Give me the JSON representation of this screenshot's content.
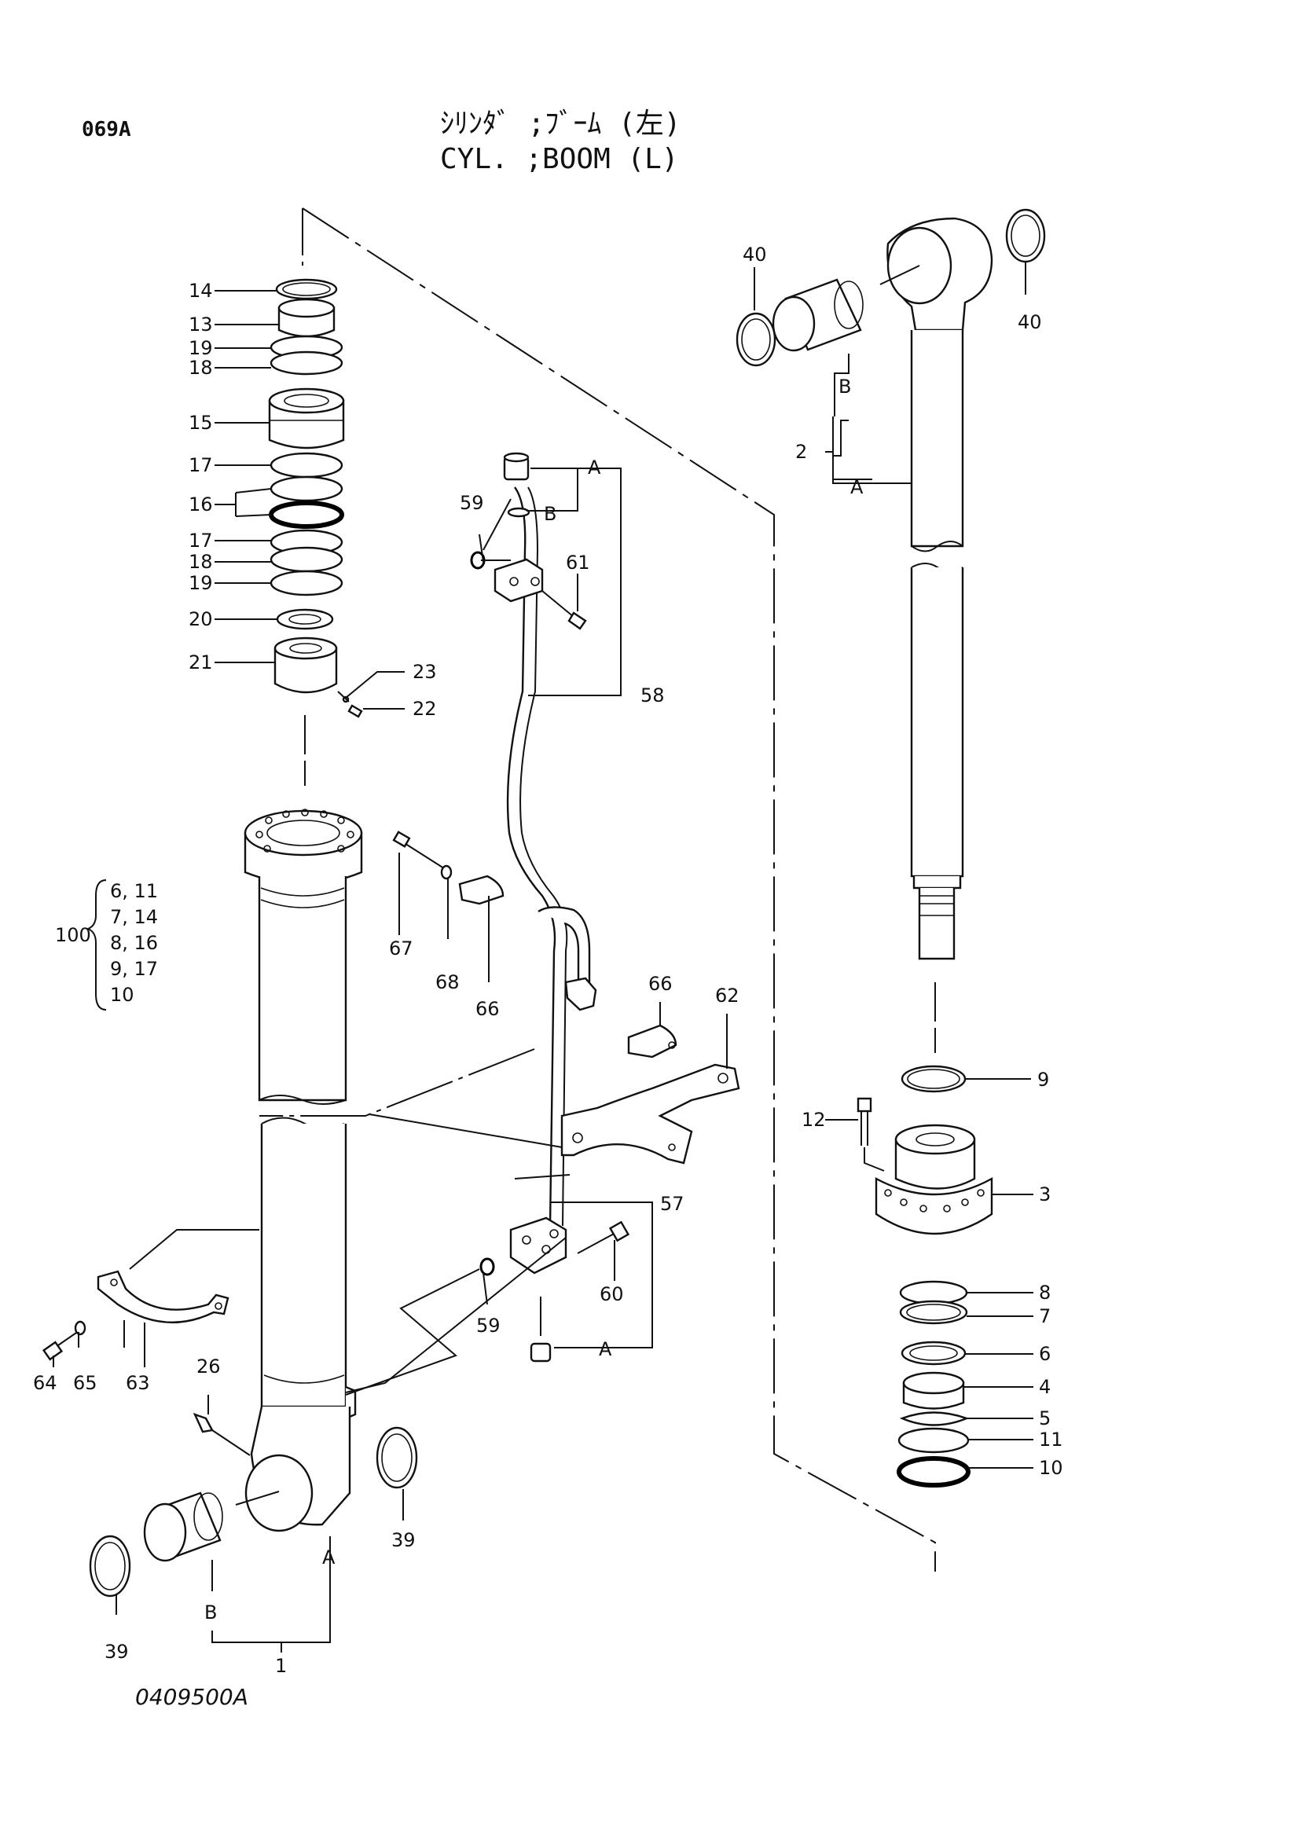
{
  "header": {
    "page_code": "069A",
    "title_jp": "ｼﾘﾝﾀﾞ ;ﾌﾞｰﾑ (左)",
    "title_en": "CYL. ;BOOM (L)"
  },
  "footer": {
    "drawing_number": "0409500A"
  },
  "callouts": {
    "p1": "1",
    "p2": "2",
    "p3": "3",
    "p4": "4",
    "p5": "5",
    "p6": "6",
    "p7": "7",
    "p8": "8",
    "p9": "9",
    "p10": "10",
    "p11": "11",
    "p12": "12",
    "p13": "13",
    "p14": "14",
    "p15": "15",
    "p16": "16",
    "p17": "17",
    "p18": "18",
    "p19": "19",
    "p20": "20",
    "p21": "21",
    "p22": "22",
    "p23": "23",
    "p26": "26",
    "p39": "39",
    "p40": "40",
    "p57": "57",
    "p58": "58",
    "p59": "59",
    "p60": "60",
    "p61": "61",
    "p62": "62",
    "p63": "63",
    "p64": "64",
    "p65": "65",
    "p66": "66",
    "p67": "67",
    "p68": "68",
    "p100": "100",
    "A": "A",
    "B": "B"
  },
  "kit_100": [
    "6, 11",
    "7, 14",
    "8, 16",
    "9, 17",
    "10"
  ]
}
